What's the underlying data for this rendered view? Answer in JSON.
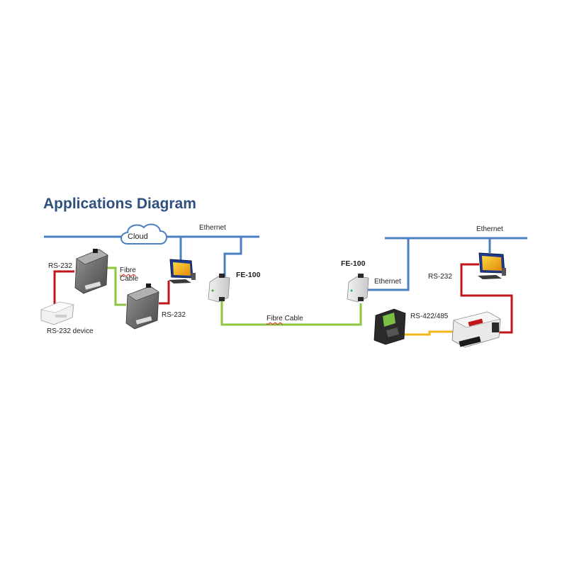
{
  "diagram": {
    "title": "Applications Diagram",
    "labels": {
      "cloud": "Cloud",
      "ethernet_left": "Ethernet",
      "ethernet_right": "Ethernet",
      "ethernet_side": "Ethernet",
      "fe100_left": "FE-100",
      "fe100_right": "FE-100",
      "rs232_top_left": "RS-232",
      "rs232_mid": "RS-232",
      "rs232_right": "RS-232",
      "rs232_device": "RS-232 device",
      "fibre_word": "Fibre",
      "cable_word": "Cable",
      "fibre_cable_word1": "Fibre",
      "fibre_cable_word2": "Cable",
      "rs422_485": "RS-422/485"
    },
    "colors": {
      "ethernet": "#4a7fc1",
      "rs232": "#c0161b",
      "fibre": "#8dc63f",
      "rs422": "#f2b51c",
      "title": "#2e4f7f"
    }
  }
}
